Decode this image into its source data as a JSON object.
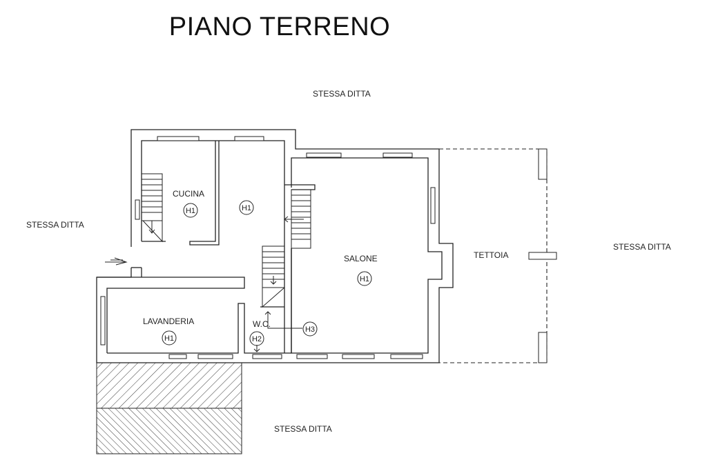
{
  "title": "PIANO TERRENO",
  "neighbors": {
    "top": "STESSA DITTA",
    "left": "STESSA DITTA",
    "right": "STESSA DITTA",
    "bottom": "STESSA DITTA"
  },
  "rooms": {
    "cucina": {
      "name": "CUCINA",
      "height_tag": "H1"
    },
    "disimpegno": {
      "height_tag": "H1"
    },
    "salone": {
      "name": "SALONE",
      "height_tag": "H1"
    },
    "tettoia": {
      "name": "TETTOIA"
    },
    "lavanderia": {
      "name": "LAVANDERIA",
      "height_tag": "H1"
    },
    "wc": {
      "name": "W.C.",
      "height_tag": "H2"
    },
    "stair": {
      "height_tag": "H3"
    }
  }
}
